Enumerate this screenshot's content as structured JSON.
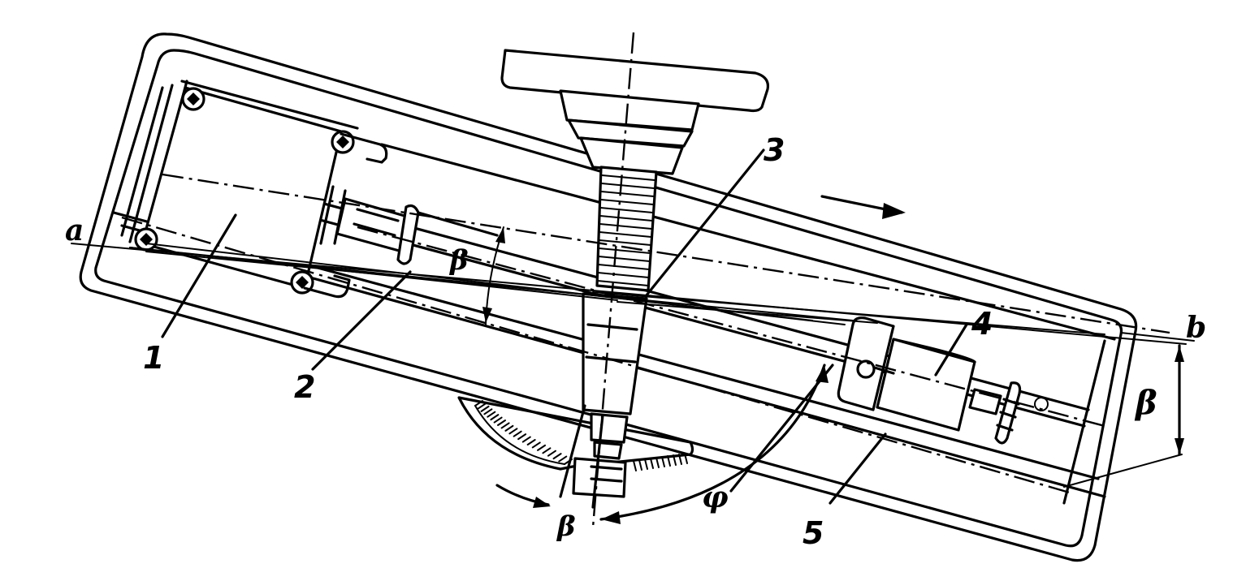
{
  "labels": {
    "a": "a",
    "b": "b",
    "part1": "1",
    "part2": "2",
    "part3": "3",
    "part4": "4",
    "part5": "5",
    "beta_top": "β",
    "beta_right": "β",
    "beta_bottom": "β",
    "phi": "φ"
  }
}
